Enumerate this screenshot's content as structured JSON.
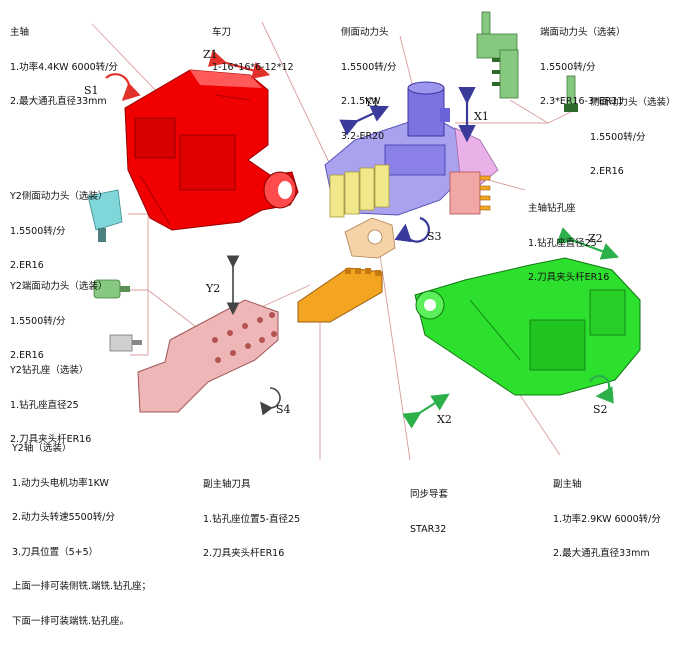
{
  "colors": {
    "spindle_main": "#f00000",
    "spindle_sub": "#2ee02e",
    "turret": "#8a80e8",
    "slide": "#d6b2dd",
    "blocks": "#f0e88a",
    "drill": "#f2a7a7",
    "power_head_side": "#7fd7da",
    "power_head_end": "#86c880",
    "sub_tool": "#f3a522",
    "guide": "#f5d2a8",
    "leader": "#d89c9c",
    "arrow": "#e2312a",
    "axis_arrow_blue": "#3a3a9a",
    "axis_arrow_green": "#2bb04a"
  },
  "labels": {
    "main_spindle": {
      "title": "主轴",
      "lines": [
        "1.功率4.4KW 6000转/分",
        "2.最大通孔直径33mm"
      ]
    },
    "turning_tool": {
      "title": "车刀",
      "lines": [
        "1-16*16*6-12*12"
      ]
    },
    "side_power_head": {
      "title": "侧面动力头",
      "lines": [
        "1.5500转/分",
        "2.1.5KW",
        "3.2-ER20"
      ]
    },
    "end_power_head_opt": {
      "title": "端面动力头（选装）",
      "lines": [
        "1.5500转/分",
        "2.3*ER16-3*ER11"
      ]
    },
    "side_power_head_opt": {
      "title": "侧面动力头（选装）",
      "lines": [
        "1.5500转/分",
        "2.ER16"
      ]
    },
    "main_drill_seat": {
      "title": "主轴钻孔座",
      "lines": [
        "1.钻孔座直径25",
        "2.刀具夹头杆ER16"
      ]
    },
    "y2_side_power_head": {
      "title": "Y2侧面动力头（选装）",
      "lines": [
        "1.5500转/分",
        "2.ER16"
      ]
    },
    "y2_end_power_head": {
      "title": "Y2端面动力头（选装）",
      "lines": [
        "1.5500转/分",
        "2.ER16"
      ]
    },
    "y2_drill_seat": {
      "title": "Y2钻孔座（选装）",
      "lines": [
        "1.钻孔座直径25",
        "2.刀具夹头杆ER16"
      ]
    },
    "y2_axis": {
      "title": "Y2轴（选装）",
      "lines": [
        "1.动力头电机功率1KW",
        "2.动力头转速5500转/分",
        "3.刀具位置（5+5）",
        "上面一排可装侧铣.端铣.钻孔座；",
        "下面一排可装端铣.钻孔座。"
      ]
    },
    "sub_spindle_tool": {
      "title": "副主轴刀具",
      "lines": [
        "1.钻孔座位置5-直径25",
        "2.刀具夹头杆ER16"
      ]
    },
    "sync_guide": {
      "title": "同步导套",
      "lines": [
        "STAR32"
      ]
    },
    "sub_spindle": {
      "title": "副主轴",
      "lines": [
        "1.功率2.9KW 6000转/分",
        "2.最大通孔直径33mm"
      ]
    }
  },
  "axes": {
    "Z1": "Z1",
    "S1": "S1",
    "Y1": "Y1",
    "X1": "X1",
    "S3": "S3",
    "Y2": "Y2",
    "Z2": "Z2",
    "S4": "S4",
    "X2": "X2",
    "S2": "S2"
  }
}
